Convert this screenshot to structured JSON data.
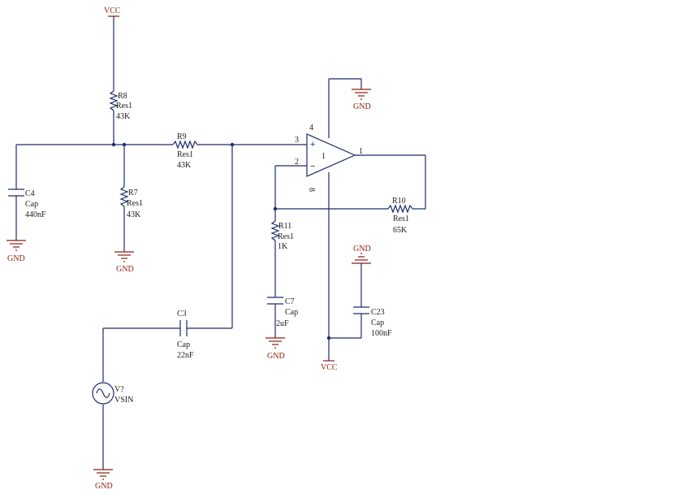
{
  "power": {
    "vcc_top": "VCC",
    "vcc_opamp": "VCC",
    "gnd_opamp": "GND",
    "gnd_c4": "GND",
    "gnd_r7": "GND",
    "gnd_c7": "GND",
    "gnd_c23": "GND",
    "gnd_vsin": "GND"
  },
  "components": {
    "R8": {
      "ref": "R8",
      "type": "Res1",
      "value": "43K"
    },
    "R9": {
      "ref": "R9",
      "type": "Res1",
      "value": "43K"
    },
    "R7": {
      "ref": "R7",
      "type": "Res1",
      "value": "43K"
    },
    "R10": {
      "ref": "R10",
      "type": "Res1",
      "value": "65K"
    },
    "R11": {
      "ref": "R11",
      "type": "Res1",
      "value": "1K"
    },
    "C4": {
      "ref": "C4",
      "type": "Cap",
      "value": "440nF"
    },
    "C3": {
      "ref": "C3",
      "type": "Cap",
      "value": "22nF"
    },
    "C7": {
      "ref": "C7",
      "type": "Cap",
      "value": "2uF"
    },
    "C23": {
      "ref": "C23",
      "type": "Cap",
      "value": "100nF"
    },
    "V": {
      "ref": "V?",
      "type": "VSIN"
    }
  },
  "opamp": {
    "pin_noninv": "3",
    "pin_inv": "2",
    "pin_out": "1",
    "pin_vplus": "4",
    "pin_vminus": "8",
    "unit": "1",
    "plus_sign": "+",
    "minus_sign": "−"
  }
}
